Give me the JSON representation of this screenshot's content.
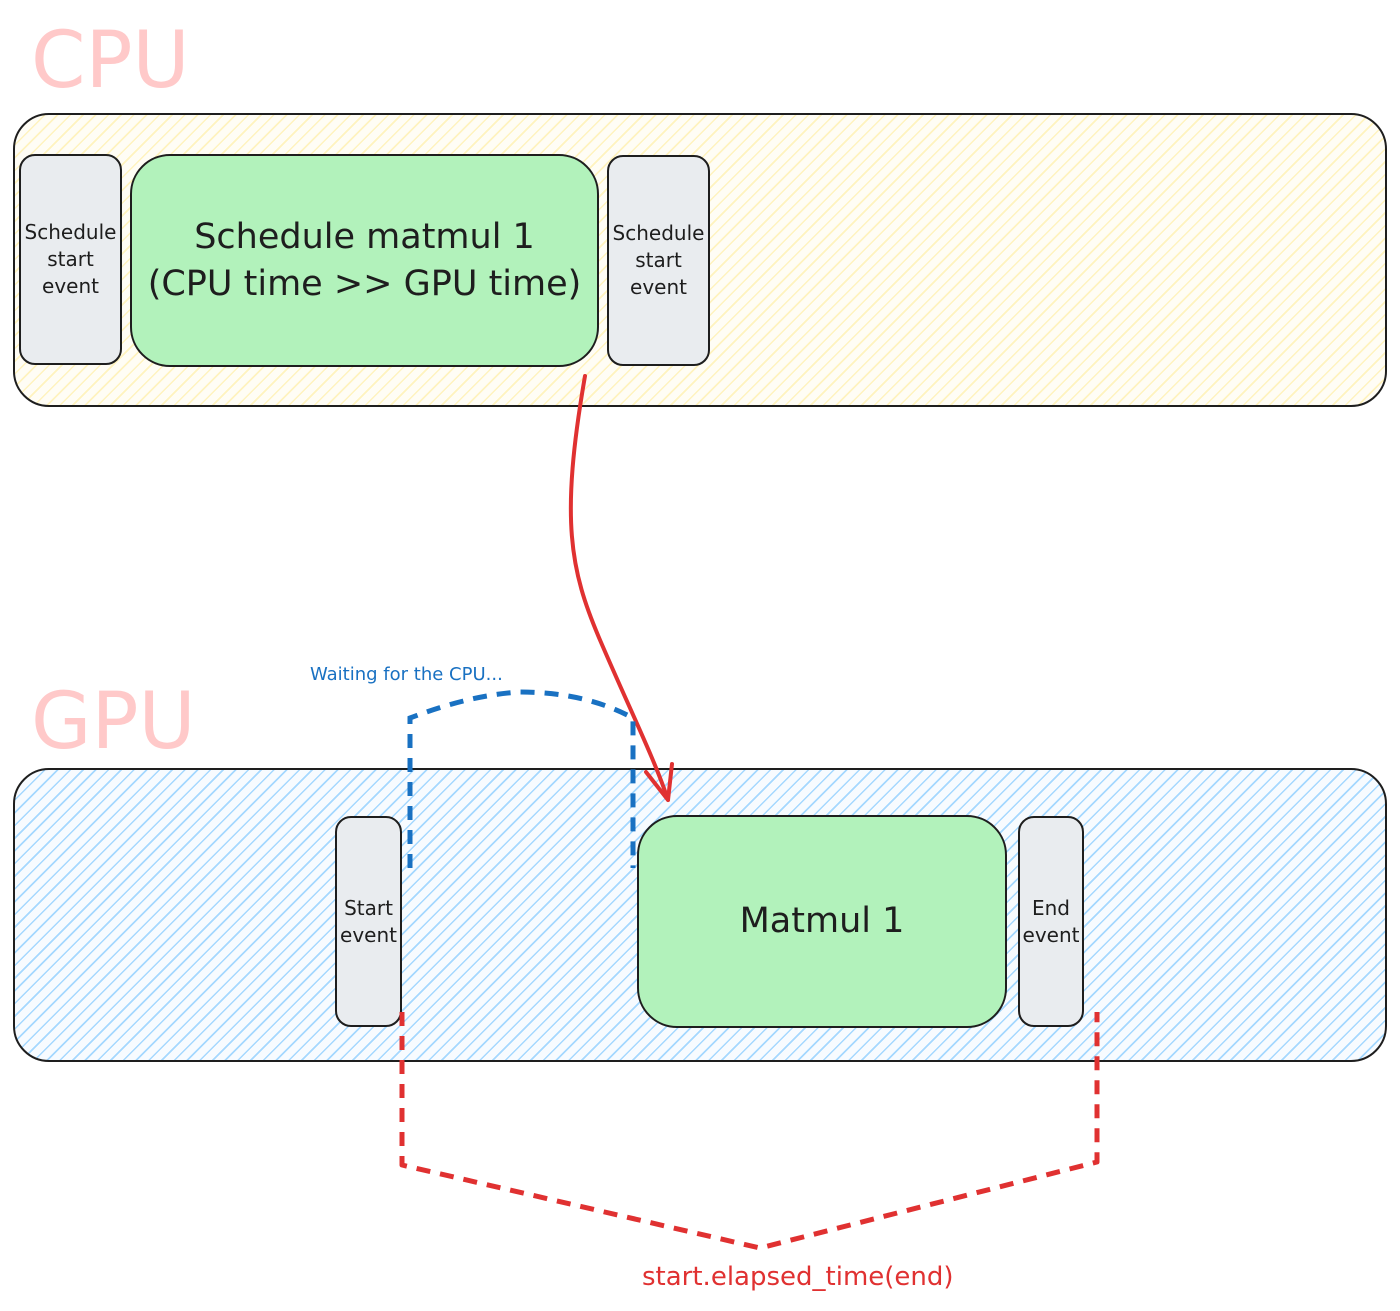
{
  "lanes": {
    "cpu": {
      "title": "CPU",
      "fill": "#fff3bf"
    },
    "gpu": {
      "title": "GPU",
      "fill": "#a5d8ff"
    }
  },
  "cpu_boxes": {
    "schedule_start_1": "Schedule\nstart\nevent",
    "schedule_matmul": "Schedule matmul 1\n(CPU time >> GPU time)",
    "schedule_start_2": "Schedule\nstart\nevent"
  },
  "gpu_boxes": {
    "start_event": "Start\nevent",
    "matmul": "Matmul 1",
    "end_event": "End\nevent"
  },
  "annotations": {
    "waiting": "Waiting for the CPU...",
    "elapsed": "start.elapsed_time(end)"
  },
  "colors": {
    "lane_title": "#ffc9c9",
    "task_green": "#b2f2bb",
    "event_grey": "#e9ecef",
    "dispatch_arrow": "#e03131",
    "wait_bracket": "#1971c2",
    "elapsed_bracket": "#e03131"
  }
}
